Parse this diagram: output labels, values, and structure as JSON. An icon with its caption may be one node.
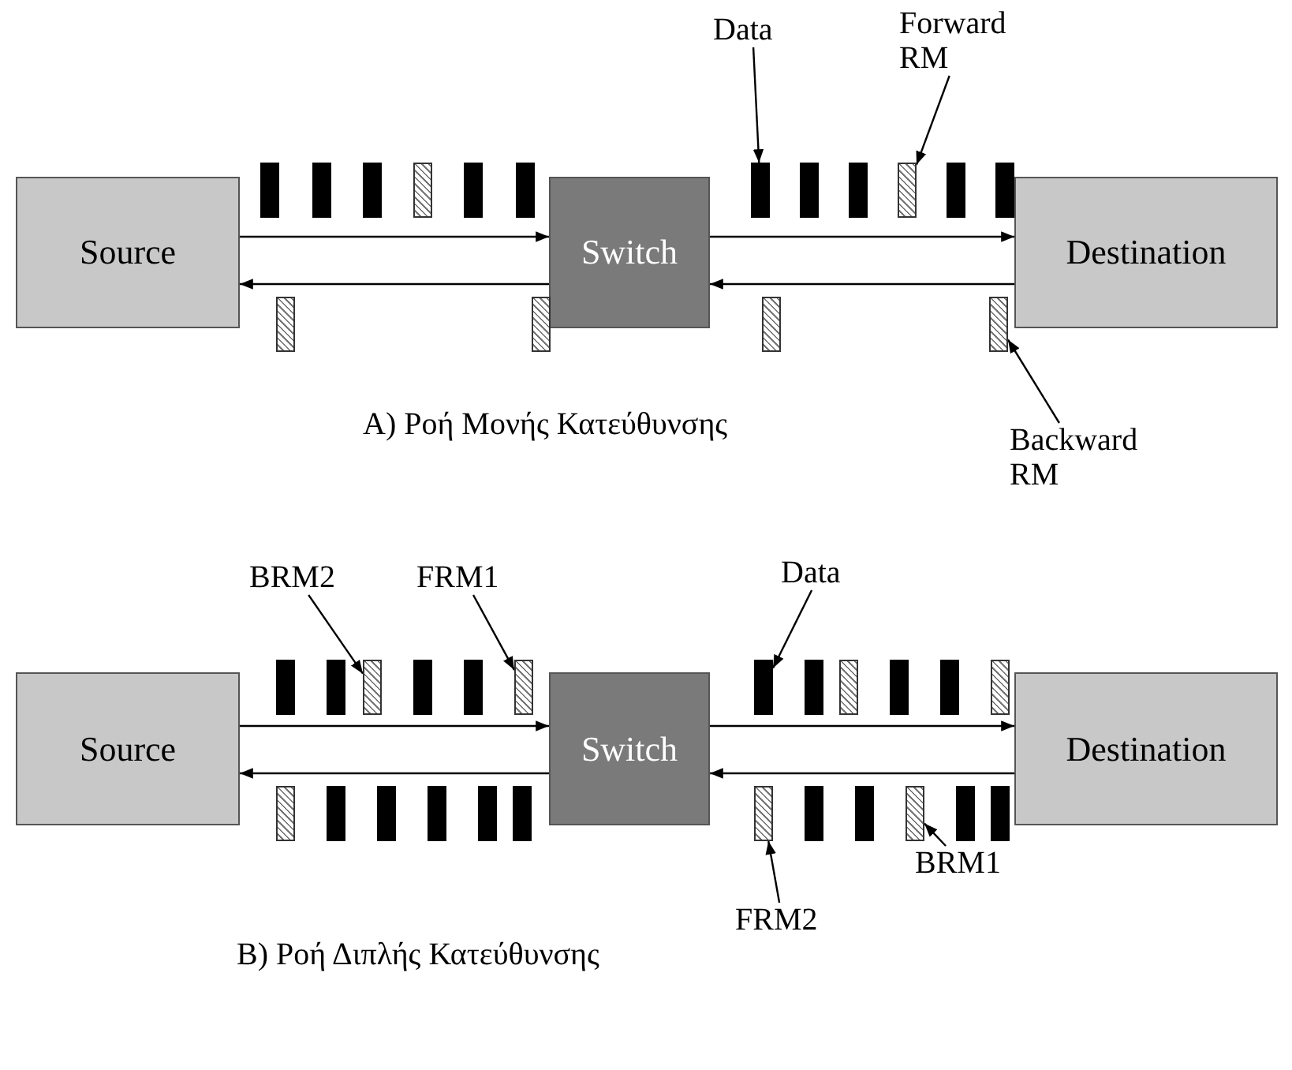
{
  "diagram": {
    "nodes": [
      {
        "text": [
          "Data"
        ]
      },
      {
        "text": [
          "Forward RM"
        ]
      },
      {
        "text": [],
        "shape": "bar"
      },
      {
        "text": [],
        "shape": "bar"
      },
      {
        "text": [],
        "shape": "bar"
      },
      {
        "text": [],
        "shape": "bar"
      },
      {
        "text": [],
        "shape": "bar"
      },
      {
        "text": [],
        "shape": "bar"
      },
      {
        "text": [],
        "shape": "bar"
      },
      {
        "text": [],
        "shape": "bar"
      },
      {
        "text": [],
        "shape": "bar"
      },
      {
        "text": [],
        "shape": "bar"
      },
      {
        "text": [],
        "shape": "bar"
      },
      {
        "text": [],
        "shape": "bar"
      },
      {
        "text": [
          "Source"
        ]
      },
      {
        "text": [
          "Switch"
        ]
      },
      {
        "text": [
          "Destination"
        ]
      },
      {
        "text": [],
        "shape": "bar"
      },
      {
        "text": [],
        "shape": "bar"
      },
      {
        "text": [],
        "shape": "bar"
      },
      {
        "text": [],
        "shape": "bar"
      },
      {
        "text": [
          "Backward RM"
        ]
      },
      {
        "text": [
          "BRM2"
        ]
      },
      {
        "text": [
          "FRM1"
        ]
      },
      {
        "text": [
          "Data"
        ]
      },
      {
        "text": [],
        "shape": "bar"
      },
      {
        "text": [],
        "shape": "bar"
      },
      {
        "text": [],
        "shape": "bar"
      },
      {
        "text": [],
        "shape": "bar"
      },
      {
        "text": [],
        "shape": "bar"
      },
      {
        "text": [],
        "shape": "bar"
      },
      {
        "text": [],
        "shape": "bar"
      },
      {
        "text": [],
        "shape": "bar"
      },
      {
        "text": [],
        "shape": "bar"
      },
      {
        "text": [],
        "shape": "bar"
      },
      {
        "text": [],
        "shape": "bar"
      },
      {
        "text": [],
        "shape": "bar"
      },
      {
        "text": [
          "Source"
        ]
      },
      {
        "text": [
          "Switch"
        ]
      },
      {
        "text": [
          "Destination"
        ]
      },
      {
        "text": [],
        "shape": "bar"
      },
      {
        "text": [],
        "shape": "bar"
      },
      {
        "text": [],
        "shape": "bar"
      },
      {
        "text": [],
        "shape": "bar"
      },
      {
        "text": [],
        "shape": "bar"
      },
      {
        "text": [],
        "shape": "bar"
      },
      {
        "text": [],
        "shape": "bar"
      },
      {
        "text": [],
        "shape": "bar"
      },
      {
        "text": [],
        "shape": "bar"
      },
      {
        "text": [],
        "shape": "bar"
      },
      {
        "text": [],
        "shape": "bar"
      },
      {
        "text": [],
        "shape": "bar"
      },
      {
        "text": [
          "BRM1"
        ]
      },
      {
        "text": [
          "FRM2"
        ]
      }
    ],
    "edges": [
      {
        "from": 0,
        "to": 8,
        "arrow": "to"
      },
      {
        "from": 1,
        "to": 11,
        "arrow": "to"
      },
      {
        "from": 14,
        "to": 15,
        "arrow": "to"
      },
      {
        "from": 15,
        "to": 14,
        "arrow": "to"
      },
      {
        "from": 15,
        "to": 16,
        "arrow": "to"
      },
      {
        "from": 16,
        "to": 15,
        "arrow": "to"
      },
      {
        "from": 21,
        "to": 20,
        "arrow": "to"
      },
      {
        "from": 22,
        "to": 27,
        "arrow": "to"
      },
      {
        "from": 23,
        "to": 30,
        "arrow": "to"
      },
      {
        "from": 24,
        "to": 31,
        "arrow": "to"
      },
      {
        "from": 37,
        "to": 38,
        "arrow": "to"
      },
      {
        "from": 38,
        "to": 37,
        "arrow": "to"
      },
      {
        "from": 38,
        "to": 39,
        "arrow": "to"
      },
      {
        "from": 39,
        "to": 38,
        "arrow": "to"
      },
      {
        "from": 53,
        "to": 46,
        "arrow": "to"
      },
      {
        "from": 52,
        "to": 49,
        "arrow": "to"
      }
    ],
    "labels": [
      "A) Ροή Μονής Κατεύθυνσης",
      "B) Ροή Διπλής Κατεύθυνσης"
    ]
  }
}
